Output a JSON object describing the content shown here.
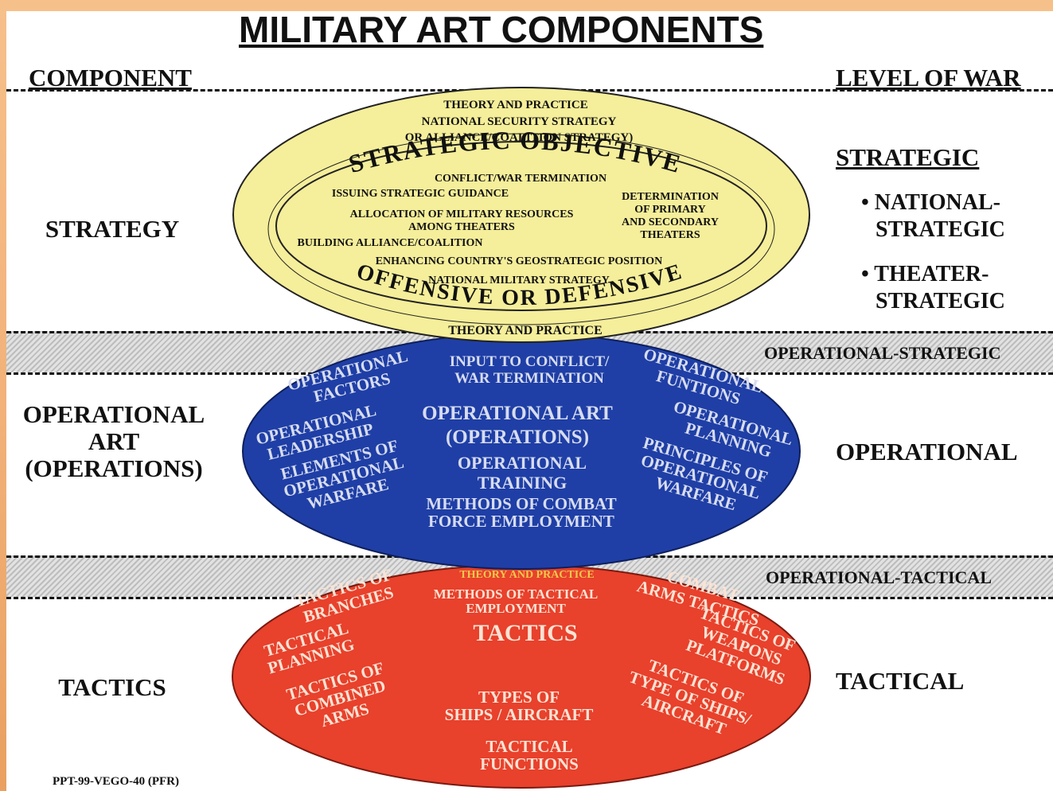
{
  "title": "MILITARY ART COMPONENTS",
  "headers": {
    "left": "COMPONENT",
    "right": "LEVEL OF WAR"
  },
  "components": {
    "strategy": "STRATEGY",
    "operational_art": [
      "OPERATIONAL",
      "ART",
      "(OPERATIONS)"
    ],
    "tactics": "TACTICS"
  },
  "levels": {
    "strategic": "STRATEGIC",
    "national_strategic": [
      "• NATIONAL-",
      "STRATEGIC"
    ],
    "theater_strategic": [
      "• THEATER-",
      "STRATEGIC"
    ],
    "operational_strategic": "OPERATIONAL-STRATEGIC",
    "operational": "OPERATIONAL",
    "operational_tactical": "OPERATIONAL-TACTICAL",
    "tactical": "TACTICAL"
  },
  "yellow_ellipse": {
    "color": "#f5ee9a",
    "top_text": [
      "THEORY AND PRACTICE",
      "NATIONAL SECURITY STRATEGY",
      "OR ALLIANCE/COALITION STRATEGY)"
    ],
    "arc_top": "STRATEGIC OBJECTIVE",
    "arc_bottom": "OFFENSIVE OR DEFENSIVE",
    "inner": {
      "conflict": "CONFLICT/WAR TERMINATION",
      "guidance": "ISSUING STRATEGIC GUIDANCE",
      "allocation": [
        "ALLOCATION OF MILITARY RESOURCES",
        "AMONG THEATERS"
      ],
      "alliance": "BUILDING ALLIANCE/COALITION",
      "determination": [
        "DETERMINATION",
        "OF PRIMARY",
        "AND SECONDARY",
        "THEATERS"
      ],
      "enhancing": "ENHANCING COUNTRY'S GEOSTRATEGIC POSITION",
      "nms": "NATIONAL MILITARY STRATEGY"
    },
    "bottom_text": "THEORY AND PRACTICE"
  },
  "blue_ellipse": {
    "color": "#1f3fa6",
    "text_color": "#d7dcef",
    "input": [
      "INPUT TO CONFLICT/",
      "WAR TERMINATION"
    ],
    "factors": [
      "OPERATIONAL",
      "FACTORS"
    ],
    "functions": [
      "OPERATIONAL",
      "FUNTIONS"
    ],
    "center": [
      "OPERATIONAL ART",
      "(OPERATIONS)"
    ],
    "leadership": [
      "OPERATIONAL",
      "LEADERSHIP"
    ],
    "planning": [
      "OPERATIONAL",
      "PLANNING"
    ],
    "elements": [
      "ELEMENTS OF",
      "OPERATIONAL",
      "WARFARE"
    ],
    "training": [
      "OPERATIONAL",
      "TRAINING"
    ],
    "principles": [
      "PRINCIPLES OF",
      "OPERATIONAL",
      "WARFARE"
    ],
    "methods": [
      "METHODS OF COMBAT",
      "FORCE EMPLOYMENT"
    ]
  },
  "red_ellipse": {
    "color": "#e8412c",
    "text_color": "#fbe3d4",
    "theory": "THEORY AND PRACTICE",
    "theory_color": "#f2c94c",
    "branches": [
      "TACTICS OF",
      "BRANCHES"
    ],
    "methods": [
      "METHODS OF TACTICAL",
      "EMPLOYMENT"
    ],
    "combat": [
      "COMBAT",
      "ARMS TACTICS"
    ],
    "center": "TACTICS",
    "planning": [
      "TACTICAL",
      "PLANNING"
    ],
    "weapons": [
      "TACTICS OF",
      "WEAPONS",
      "PLATFORMS"
    ],
    "combined": [
      "TACTICS OF",
      "COMBINED",
      "ARMS"
    ],
    "types": [
      "TYPES OF",
      "SHIPS / AIRCRAFT"
    ],
    "type_ships": [
      "TACTICS OF",
      "TYPE OF SHIPS/",
      "AIRCRAFT"
    ],
    "functions": [
      "TACTICAL",
      "FUNCTIONS"
    ]
  },
  "footer_code": "PPT-99-VEGO-40 (PFR)"
}
